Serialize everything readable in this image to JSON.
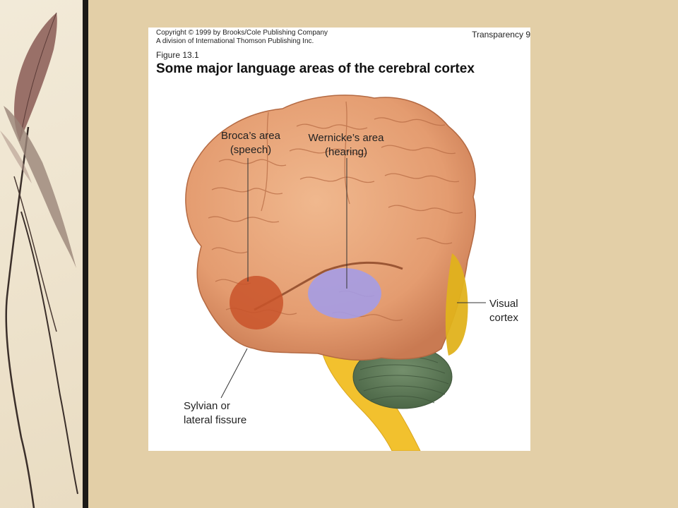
{
  "figure": {
    "copyright_line1": "Copyright © 1999 by Brooks/Cole Publishing Company",
    "copyright_line2": "A division of International Thomson Publishing Inc.",
    "transparency": "Transparency 9",
    "figure_number": "Figure 13.1",
    "title": "Some major language areas of the cerebral cortex"
  },
  "labels": {
    "broca_line1": "Broca’s area",
    "broca_line2": "(speech)",
    "wernicke_line1": "Wernicke’s area",
    "wernicke_line2": "(hearing)",
    "visual_line1": "Visual",
    "visual_line2": "cortex",
    "sylvian_line1": "Sylvian or",
    "sylvian_line2": "lateral fissure"
  },
  "colors": {
    "background": "#e3cfa7",
    "divider": "#1c1a17",
    "cortex": "#e8a77a",
    "broca_area": "#c9542a",
    "wernicke_area": "#a39ce8",
    "visual_cortex": "#e0b21c",
    "cerebellum": "#5e7a58",
    "brainstem": "#f2c12e"
  }
}
